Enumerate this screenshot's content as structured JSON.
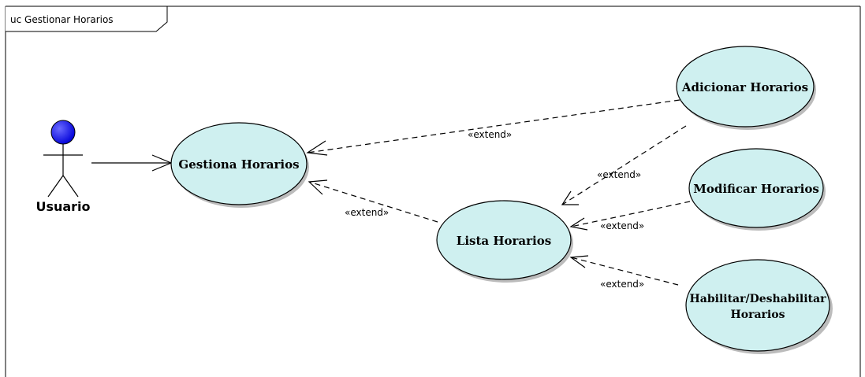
{
  "frame": {
    "label": "uc Gestionar Horarios"
  },
  "actor": {
    "name": "Usuario",
    "head_color": "#0000ff"
  },
  "use_cases": {
    "gestiona": "Gestiona Horarios",
    "lista": "Lista Horarios",
    "adicionar": "Adicionar Horarios",
    "modificar": "Modificar Horarios",
    "habilitar_line1": "Habilitar/Deshabilitar",
    "habilitar_line2": "Horarios"
  },
  "relations": {
    "extend_adicionar_gestiona": "«extend»",
    "extend_lista_gestiona": "«extend»",
    "extend_adicionar_lista": "«extend»",
    "extend_modificar_lista": "«extend»",
    "extend_habilitar_lista": "«extend»"
  },
  "colors": {
    "use_case_fill": "#cff0f0",
    "line": "#000000"
  }
}
